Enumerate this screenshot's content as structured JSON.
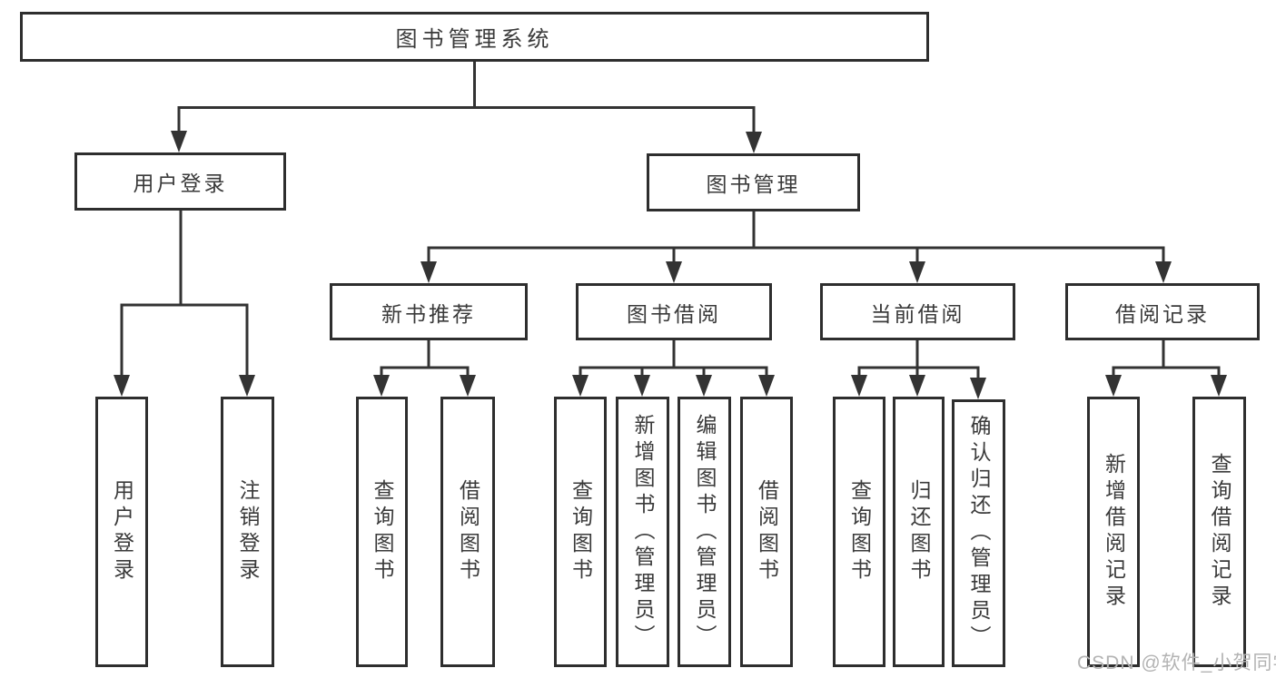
{
  "tree": {
    "label": "图书管理系统",
    "children": [
      {
        "label": "用户登录",
        "children": [
          {
            "label": "用户登录"
          },
          {
            "label": "注销登录"
          }
        ]
      },
      {
        "label": "图书管理",
        "children": [
          {
            "label": "新书推荐",
            "children": [
              {
                "label": "查询图书"
              },
              {
                "label": "借阅图书"
              }
            ]
          },
          {
            "label": "图书借阅",
            "children": [
              {
                "label": "查询图书"
              },
              {
                "label": "新增图书（管理员）"
              },
              {
                "label": "编辑图书（管理员）"
              },
              {
                "label": "借阅图书"
              }
            ]
          },
          {
            "label": "当前借阅",
            "children": [
              {
                "label": "查询图书"
              },
              {
                "label": "归还图书"
              },
              {
                "label": "确认归还（管理员）"
              }
            ]
          },
          {
            "label": "借阅记录",
            "children": [
              {
                "label": "新增借阅记录"
              },
              {
                "label": "查询借阅记录"
              }
            ]
          }
        ]
      }
    ]
  },
  "watermark": {
    "text": "CSDN @软件_小贺同学"
  },
  "colors": {
    "line": "#333333",
    "border": "#2e2e2e",
    "text": "#3a3a3a",
    "watermark": "#b3b3b3",
    "background": "#ffffff"
  }
}
